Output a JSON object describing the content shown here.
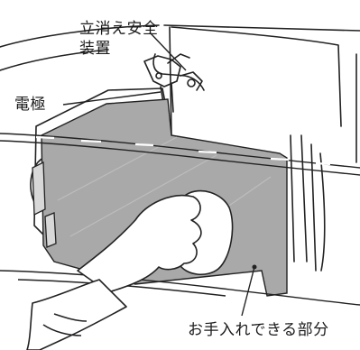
{
  "labels": {
    "flame_failure_device_line1": "立消え安全",
    "flame_failure_device_line2": "装置",
    "electrode": "電極",
    "cleanable_area": "お手入れできる部分"
  },
  "colors": {
    "background": "#ffffff",
    "line": "#222222",
    "cleanable_panel": "#a9a9a9",
    "panel_edge": "#bdbdbd"
  }
}
